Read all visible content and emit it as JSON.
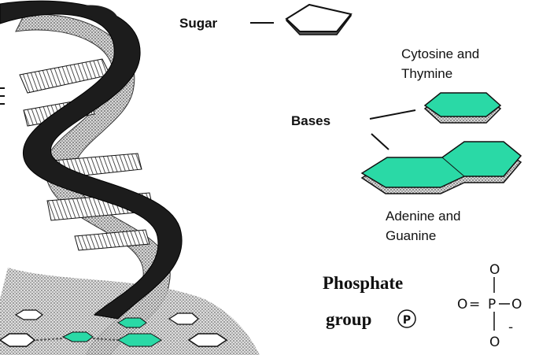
{
  "labels": {
    "sugar": "Sugar",
    "bases": "Bases",
    "cytosine_line1": "Cytosine and",
    "cytosine_line2": "Thymine",
    "adenine_line1": "Adenine and",
    "adenine_line2": "Guanine",
    "phosphate_line1": "Phosphate",
    "phosphate_line2": "group",
    "phosphate_symbol": "P"
  },
  "phosphate_formula": {
    "top": "O",
    "left": "O",
    "center": "P",
    "right": "O",
    "bottom": "O",
    "charge": "-",
    "double_bond": "="
  },
  "colors": {
    "base": "#2ad9a6",
    "outline": "#111111",
    "backbone_dark": "#1c1c1c",
    "backbone_light": "#9a9a9a"
  }
}
